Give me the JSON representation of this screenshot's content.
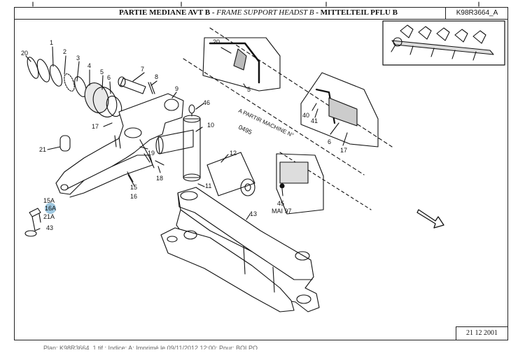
{
  "header": {
    "title_part1": "PARTIE MEDIANE AVT B - ",
    "title_part2": "FRAME SUPPORT HEADST B",
    "title_part3": " - MITTELTEIL PFLU B",
    "reference": "K98R3664_A"
  },
  "date": "21 12 2001",
  "footer_text": "Plan: K98R3664_1.tif ; Indice: A; Imprimé le 09/11/2012 12:00; Pour: BOLPO",
  "callouts": {
    "c20": "20",
    "c1": "1",
    "c2": "2",
    "c3": "3",
    "c4": "4",
    "c5": "5",
    "c6": "6",
    "c7": "7",
    "c8": "8",
    "c9": "9",
    "c46": "46",
    "c10": "10",
    "c17": "17",
    "c21": "21",
    "c12": "12",
    "c19": "19",
    "c18": "18",
    "c11": "11",
    "c15": "15",
    "c16": "16",
    "c15A": "15A",
    "c16A": "16A",
    "c21A": "21A",
    "c43": "43",
    "c13": "13",
    "d20": "20",
    "d5": "5",
    "d40": "40",
    "d41": "41",
    "d6": "6",
    "d17": "17",
    "d45": "45"
  },
  "annotations": {
    "a_partir": "A PARTIR MACHINE N°",
    "serial": "0495",
    "mai97": "MAI 97"
  },
  "highlight_color": "#7fb6d6"
}
